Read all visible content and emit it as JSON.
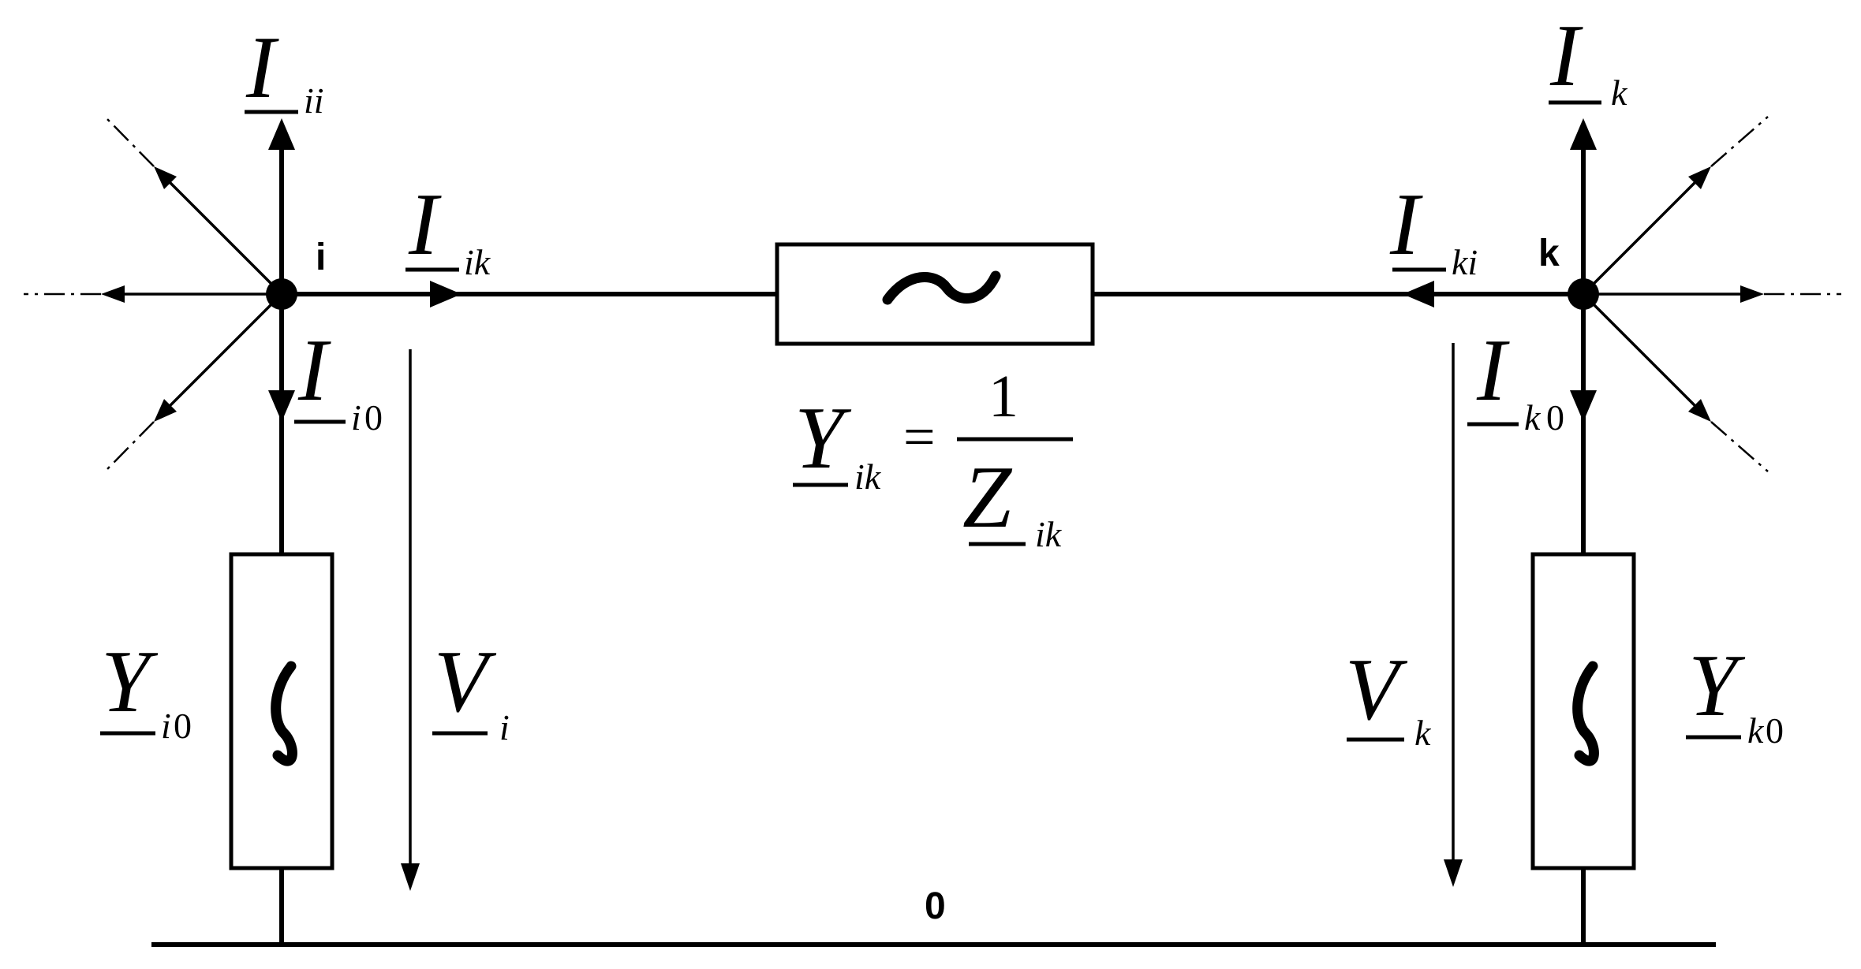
{
  "nodes": {
    "i": "i",
    "k": "k",
    "ground": "0"
  },
  "labels": {
    "I_ii": {
      "main": "I",
      "sub": "ii"
    },
    "I_ik": {
      "main": "I",
      "sub": "ik"
    },
    "I_i0": {
      "main": "I",
      "sub": "i",
      "num": "0"
    },
    "I_k": {
      "main": "I",
      "sub": "k"
    },
    "I_ki": {
      "main": "I",
      "sub": "ki"
    },
    "I_k0": {
      "main": "I",
      "sub": "k",
      "num": "0"
    },
    "Y_i0": {
      "main": "Y",
      "sub": "i",
      "num": "0"
    },
    "Y_k0": {
      "main": "Y",
      "sub": "k",
      "num": "0"
    },
    "V_i": {
      "main": "V",
      "sub": "i"
    },
    "V_k": {
      "main": "V",
      "sub": "k"
    }
  },
  "formula": {
    "lhs_main": "Y",
    "lhs_sub": "ik",
    "equals": "=",
    "numerator": "1",
    "den_main": "Z",
    "den_sub": "ik"
  },
  "colors": {
    "stroke": "#000000",
    "background": "#ffffff"
  }
}
